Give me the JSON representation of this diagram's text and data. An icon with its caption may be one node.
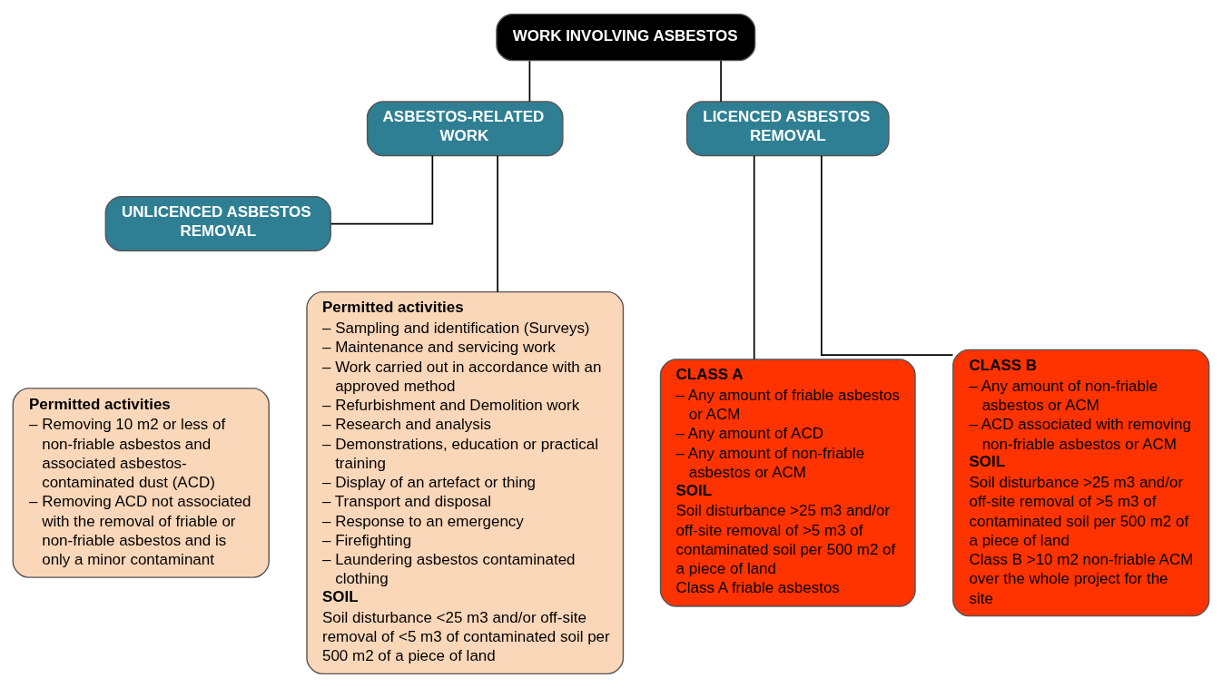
{
  "diagram": {
    "nodes": [
      {
        "text": [
          "WORK INVOLVING ASBESTOS"
        ]
      },
      {
        "text": [
          "ASBESTOS-RELATED WORK"
        ]
      },
      {
        "text": [
          "UNLICENCED ASBESTOS REMOVAL"
        ]
      },
      {
        "text": [
          "LICENCED ASBESTOS REMOVAL"
        ]
      },
      {
        "text": [
          "Permitted activities",
          "– Sampling and identification (Surveys)",
          "– Maintenance and servicing work",
          "– Work carried out in accordance with an approved method",
          "– Refurbishment and Demolition work",
          "– Research and analysis",
          "– Demonstrations, education or practical training",
          "– Display of an artefact or thing",
          "– Transport and disposal",
          "– Response to an emergency",
          "– Firefighting",
          "– Laundering asbestos contaminated clothing",
          "SOIL",
          "Soil disturbance <25 m3 and/or off-site removal of <5 m3 of contaminated soil per 500 m2 of a piece of land"
        ]
      },
      {
        "text": [
          "Permitted activities",
          "– Removing 10 m2 or less of non-friable asbestos and associated asbestos-contaminated dust (ACD)",
          "– Removing ACD not associated with the removal of friable or non-friable asbestos and is only a minor contaminant"
        ]
      },
      {
        "text": [
          "CLASS A",
          "– Any amount of friable asbestos or ACM",
          "– Any amount of ACD",
          "– Any amount of non-friable asbestos or ACM",
          "SOIL",
          "Soil disturbance >25 m3 and/or off-site removal of >5 m3 of contaminated soil per 500 m2 of a piece of land",
          "Class A friable asbestos"
        ]
      },
      {
        "text": [
          "CLASS B",
          "– Any amount of non-friable asbestos or ACM",
          "– ACD associated with removing non-friable asbestos or ACM",
          "SOIL",
          "Soil disturbance >25 m3 and/or off-site removal of >5 m3 of contaminated soil per 500 m2 of a piece of land",
          "Class B >10 m2 non-friable ACM over the whole project for the site"
        ]
      }
    ],
    "edges": [
      {
        "from": 0,
        "to": 1,
        "arrow": "none"
      },
      {
        "from": 0,
        "to": 3,
        "arrow": "none"
      },
      {
        "from": 1,
        "to": 2,
        "arrow": "none"
      },
      {
        "from": 1,
        "to": 4,
        "arrow": "none"
      },
      {
        "from": 3,
        "to": 6,
        "arrow": "none"
      },
      {
        "from": 3,
        "to": 7,
        "arrow": "none"
      }
    ]
  }
}
